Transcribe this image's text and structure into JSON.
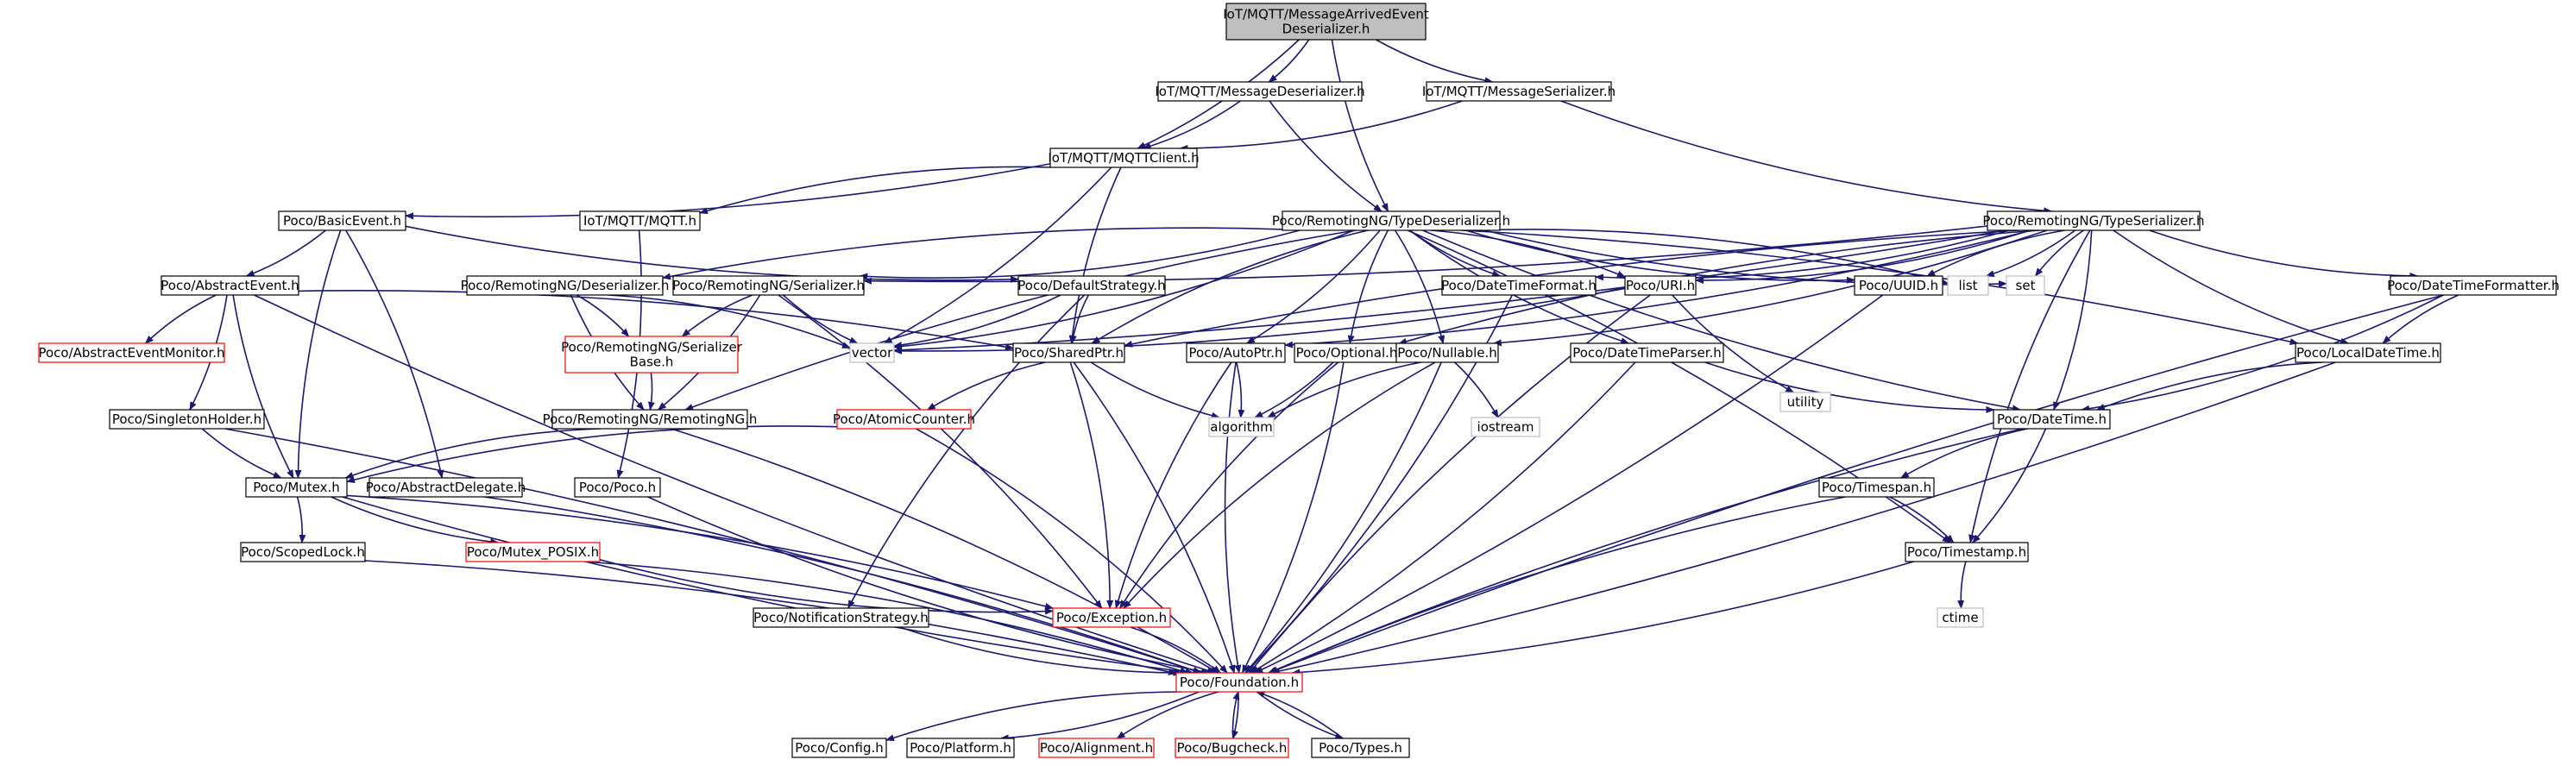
{
  "graph": {
    "colors": {
      "edge": "#191970",
      "root_fill": "#bfbfbf",
      "node_border": "#000000",
      "red_border": "#ff0000",
      "gray_border": "#bfbfbf",
      "label": "#000000"
    },
    "nodes": [
      {
        "id": "root",
        "label": "IoT/MQTT/MessageArrivedEvent\nDeserializer.h",
        "kind": "root"
      },
      {
        "id": "msgdeser",
        "label": "IoT/MQTT/MessageDeserializer.h",
        "kind": "normal"
      },
      {
        "id": "msgser",
        "label": "IoT/MQTT/MessageSerializer.h",
        "kind": "normal"
      },
      {
        "id": "mqttclient",
        "label": "IoT/MQTT/MQTTClient.h",
        "kind": "normal"
      },
      {
        "id": "basicevent",
        "label": "Poco/BasicEvent.h",
        "kind": "normal"
      },
      {
        "id": "mqtth",
        "label": "IoT/MQTT/MQTT.h",
        "kind": "normal"
      },
      {
        "id": "typedeser",
        "label": "Poco/RemotingNG/TypeDeserializer.h",
        "kind": "normal"
      },
      {
        "id": "typeser",
        "label": "Poco/RemotingNG/TypeSerializer.h",
        "kind": "normal"
      },
      {
        "id": "abstractevent",
        "label": "Poco/AbstractEvent.h",
        "kind": "normal"
      },
      {
        "id": "rngdeser",
        "label": "Poco/RemotingNG/Deserializer.h",
        "kind": "normal"
      },
      {
        "id": "rngser",
        "label": "Poco/RemotingNG/Serializer.h",
        "kind": "normal"
      },
      {
        "id": "defaultstrategy",
        "label": "Poco/DefaultStrategy.h",
        "kind": "normal"
      },
      {
        "id": "datetimeformat",
        "label": "Poco/DateTimeFormat.h",
        "kind": "normal"
      },
      {
        "id": "urih",
        "label": "Poco/URI.h",
        "kind": "normal"
      },
      {
        "id": "uuidh",
        "label": "Poco/UUID.h",
        "kind": "normal"
      },
      {
        "id": "list",
        "label": "list",
        "kind": "gray"
      },
      {
        "id": "set",
        "label": "set",
        "kind": "gray"
      },
      {
        "id": "datetimeformatter",
        "label": "Poco/DateTimeFormatter.h",
        "kind": "normal"
      },
      {
        "id": "abseventmonitor",
        "label": "Poco/AbstractEventMonitor.h",
        "kind": "red"
      },
      {
        "id": "vector",
        "label": "vector",
        "kind": "gray"
      },
      {
        "id": "serializerbase",
        "label": "Poco/RemotingNG/Serializer\nBase.h",
        "kind": "red"
      },
      {
        "id": "sharedptr",
        "label": "Poco/SharedPtr.h",
        "kind": "normal"
      },
      {
        "id": "autoptr",
        "label": "Poco/AutoPtr.h",
        "kind": "normal"
      },
      {
        "id": "optional",
        "label": "Poco/Optional.h",
        "kind": "normal"
      },
      {
        "id": "nullable",
        "label": "Poco/Nullable.h",
        "kind": "normal"
      },
      {
        "id": "datetimeparser",
        "label": "Poco/DateTimeParser.h",
        "kind": "normal"
      },
      {
        "id": "utility",
        "label": "utility",
        "kind": "gray"
      },
      {
        "id": "localdatetime",
        "label": "Poco/LocalDateTime.h",
        "kind": "normal"
      },
      {
        "id": "singletonholder",
        "label": "Poco/SingletonHolder.h",
        "kind": "normal"
      },
      {
        "id": "remotingng",
        "label": "Poco/RemotingNG/RemotingNG.h",
        "kind": "normal"
      },
      {
        "id": "atomiccounter",
        "label": "Poco/AtomicCounter.h",
        "kind": "red"
      },
      {
        "id": "algorithm",
        "label": "algorithm",
        "kind": "gray"
      },
      {
        "id": "iostream",
        "label": "iostream",
        "kind": "gray"
      },
      {
        "id": "datetime",
        "label": "Poco/DateTime.h",
        "kind": "normal"
      },
      {
        "id": "mutex",
        "label": "Poco/Mutex.h",
        "kind": "normal"
      },
      {
        "id": "abstractdelegate",
        "label": "Poco/AbstractDelegate.h",
        "kind": "normal"
      },
      {
        "id": "pocoh",
        "label": "Poco/Poco.h",
        "kind": "normal"
      },
      {
        "id": "timespan",
        "label": "Poco/Timespan.h",
        "kind": "normal"
      },
      {
        "id": "scopedlock",
        "label": "Poco/ScopedLock.h",
        "kind": "normal"
      },
      {
        "id": "mutexposix",
        "label": "Poco/Mutex_POSIX.h",
        "kind": "red"
      },
      {
        "id": "timestamp",
        "label": "Poco/Timestamp.h",
        "kind": "normal"
      },
      {
        "id": "notifstrategy",
        "label": "Poco/NotificationStrategy.h",
        "kind": "normal"
      },
      {
        "id": "exception",
        "label": "Poco/Exception.h",
        "kind": "red"
      },
      {
        "id": "ctime",
        "label": "ctime",
        "kind": "gray"
      },
      {
        "id": "foundation",
        "label": "Poco/Foundation.h",
        "kind": "red"
      },
      {
        "id": "config",
        "label": "Poco/Config.h",
        "kind": "normal"
      },
      {
        "id": "platform",
        "label": "Poco/Platform.h",
        "kind": "normal"
      },
      {
        "id": "alignment",
        "label": "Poco/Alignment.h",
        "kind": "red"
      },
      {
        "id": "bugcheck",
        "label": "Poco/Bugcheck.h",
        "kind": "red"
      },
      {
        "id": "types",
        "label": "Poco/Types.h",
        "kind": "normal"
      }
    ],
    "edges": [
      [
        "root",
        "msgdeser"
      ],
      [
        "root",
        "msgser"
      ],
      [
        "root",
        "mqttclient"
      ],
      [
        "root",
        "typedeser"
      ],
      [
        "msgdeser",
        "mqttclient"
      ],
      [
        "msgdeser",
        "typedeser"
      ],
      [
        "msgser",
        "mqttclient"
      ],
      [
        "msgser",
        "typeser"
      ],
      [
        "mqttclient",
        "basicevent"
      ],
      [
        "mqttclient",
        "mqtth"
      ],
      [
        "mqttclient",
        "vector"
      ],
      [
        "mqttclient",
        "sharedptr"
      ],
      [
        "basicevent",
        "abstractevent"
      ],
      [
        "basicevent",
        "defaultstrategy"
      ],
      [
        "basicevent",
        "abstractdelegate"
      ],
      [
        "basicevent",
        "mutex"
      ],
      [
        "mqtth",
        "pocoh"
      ],
      [
        "typedeser",
        "rngdeser"
      ],
      [
        "typedeser",
        "rngser"
      ],
      [
        "typedeser",
        "datetimeformat"
      ],
      [
        "typedeser",
        "urih"
      ],
      [
        "typedeser",
        "uuidh"
      ],
      [
        "typedeser",
        "list"
      ],
      [
        "typedeser",
        "set"
      ],
      [
        "typedeser",
        "vector"
      ],
      [
        "typedeser",
        "sharedptr"
      ],
      [
        "typedeser",
        "autoptr"
      ],
      [
        "typedeser",
        "optional"
      ],
      [
        "typedeser",
        "nullable"
      ],
      [
        "typedeser",
        "datetimeparser"
      ],
      [
        "typedeser",
        "localdatetime"
      ],
      [
        "typedeser",
        "datetime"
      ],
      [
        "typedeser",
        "timestamp"
      ],
      [
        "typedeser",
        "remotingng"
      ],
      [
        "typeser",
        "rngser"
      ],
      [
        "typeser",
        "datetimeformatter"
      ],
      [
        "typeser",
        "urih"
      ],
      [
        "typeser",
        "uuidh"
      ],
      [
        "typeser",
        "list"
      ],
      [
        "typeser",
        "set"
      ],
      [
        "typeser",
        "vector"
      ],
      [
        "typeser",
        "sharedptr"
      ],
      [
        "typeser",
        "autoptr"
      ],
      [
        "typeser",
        "optional"
      ],
      [
        "typeser",
        "nullable"
      ],
      [
        "typeser",
        "localdatetime"
      ],
      [
        "typeser",
        "datetime"
      ],
      [
        "typeser",
        "timestamp"
      ],
      [
        "typeser",
        "datetimeformat"
      ],
      [
        "abstractevent",
        "abseventmonitor"
      ],
      [
        "abstractevent",
        "singletonholder"
      ],
      [
        "abstractevent",
        "mutex"
      ],
      [
        "abstractevent",
        "sharedptr"
      ],
      [
        "abstractevent",
        "foundation"
      ],
      [
        "rngdeser",
        "serializerbase"
      ],
      [
        "rngdeser",
        "remotingng"
      ],
      [
        "rngdeser",
        "vector"
      ],
      [
        "rngser",
        "serializerbase"
      ],
      [
        "rngser",
        "remotingng"
      ],
      [
        "rngser",
        "vector"
      ],
      [
        "rngser",
        "exception"
      ],
      [
        "defaultstrategy",
        "sharedptr"
      ],
      [
        "defaultstrategy",
        "vector"
      ],
      [
        "defaultstrategy",
        "notifstrategy"
      ],
      [
        "datetimeformat",
        "foundation"
      ],
      [
        "urih",
        "utility"
      ],
      [
        "urih",
        "vector"
      ],
      [
        "urih",
        "foundation"
      ],
      [
        "uuidh",
        "foundation"
      ],
      [
        "datetimeformatter",
        "localdatetime"
      ],
      [
        "datetimeformatter",
        "datetime"
      ],
      [
        "datetimeformatter",
        "foundation"
      ],
      [
        "serializerbase",
        "remotingng"
      ],
      [
        "sharedptr",
        "atomiccounter"
      ],
      [
        "sharedptr",
        "exception"
      ],
      [
        "sharedptr",
        "algorithm"
      ],
      [
        "sharedptr",
        "foundation"
      ],
      [
        "autoptr",
        "exception"
      ],
      [
        "autoptr",
        "algorithm"
      ],
      [
        "autoptr",
        "foundation"
      ],
      [
        "optional",
        "algorithm"
      ],
      [
        "optional",
        "exception"
      ],
      [
        "optional",
        "foundation"
      ],
      [
        "nullable",
        "algorithm"
      ],
      [
        "nullable",
        "iostream"
      ],
      [
        "nullable",
        "exception"
      ],
      [
        "nullable",
        "foundation"
      ],
      [
        "datetimeparser",
        "datetime"
      ],
      [
        "datetimeparser",
        "foundation"
      ],
      [
        "localdatetime",
        "datetime"
      ],
      [
        "localdatetime",
        "foundation"
      ],
      [
        "singletonholder",
        "mutex"
      ],
      [
        "singletonholder",
        "foundation"
      ],
      [
        "remotingng",
        "mutex"
      ],
      [
        "remotingng",
        "foundation"
      ],
      [
        "atomiccounter",
        "mutex"
      ],
      [
        "atomiccounter",
        "foundation"
      ],
      [
        "datetime",
        "timespan"
      ],
      [
        "datetime",
        "timestamp"
      ],
      [
        "datetime",
        "foundation"
      ],
      [
        "mutex",
        "scopedlock"
      ],
      [
        "mutex",
        "mutexposix"
      ],
      [
        "mutex",
        "exception"
      ],
      [
        "mutex",
        "foundation"
      ],
      [
        "abstractdelegate",
        "foundation"
      ],
      [
        "pocoh",
        "foundation"
      ],
      [
        "timespan",
        "timestamp"
      ],
      [
        "timespan",
        "foundation"
      ],
      [
        "scopedlock",
        "foundation"
      ],
      [
        "mutexposix",
        "exception"
      ],
      [
        "mutexposix",
        "foundation"
      ],
      [
        "timestamp",
        "ctime"
      ],
      [
        "timestamp",
        "foundation"
      ],
      [
        "notifstrategy",
        "foundation"
      ],
      [
        "exception",
        "foundation"
      ],
      [
        "foundation",
        "config"
      ],
      [
        "foundation",
        "platform"
      ],
      [
        "foundation",
        "alignment"
      ],
      [
        "foundation",
        "bugcheck"
      ],
      [
        "foundation",
        "types"
      ],
      [
        "bugcheck",
        "foundation"
      ],
      [
        "types",
        "foundation"
      ]
    ]
  }
}
